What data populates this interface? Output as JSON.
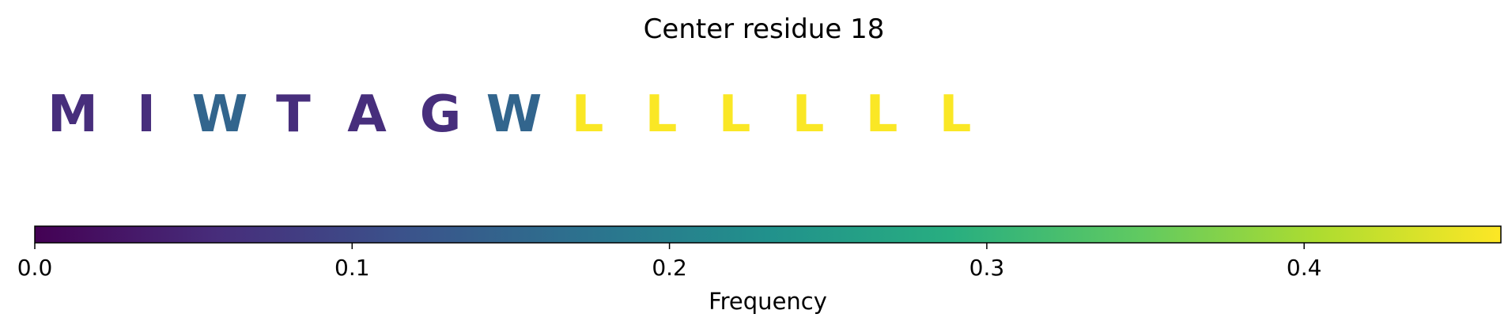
{
  "chart_data": {
    "type": "other",
    "title": "Center residue 18",
    "residues": [
      {
        "letter": "M",
        "frequency": 0.06
      },
      {
        "letter": "I",
        "frequency": 0.06
      },
      {
        "letter": "W",
        "frequency": 0.15
      },
      {
        "letter": "T",
        "frequency": 0.06
      },
      {
        "letter": "A",
        "frequency": 0.06
      },
      {
        "letter": "G",
        "frequency": 0.06
      },
      {
        "letter": "W",
        "frequency": 0.15
      },
      {
        "letter": "L",
        "frequency": 0.46
      },
      {
        "letter": "L",
        "frequency": 0.46
      },
      {
        "letter": "L",
        "frequency": 0.46
      },
      {
        "letter": "L",
        "frequency": 0.46
      },
      {
        "letter": "L",
        "frequency": 0.46
      },
      {
        "letter": "L",
        "frequency": 0.46
      }
    ],
    "colorbar": {
      "label": "Frequency",
      "colormap": "viridis",
      "range": [
        0,
        0.462
      ],
      "ticks": [
        0.0,
        0.1,
        0.2,
        0.3,
        0.4
      ],
      "tick_labels": [
        "0.0",
        "0.1",
        "0.2",
        "0.3",
        "0.4"
      ],
      "orientation": "horizontal",
      "placement": "bottom"
    }
  }
}
